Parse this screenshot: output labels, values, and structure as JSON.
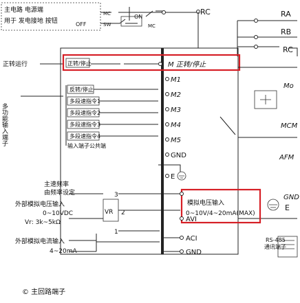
{
  "colors": {
    "line": "#222222",
    "highlight": "#d61f26",
    "background": "#ffffff"
  },
  "control_panel": {
    "line1": "主电路 电源端",
    "line2": "用于 发电接地 按钮",
    "off_label": "OFF",
    "on_label": "ON",
    "mc_label": "MC",
    "mc_left_label": "MC",
    "sw_label": "SW"
  },
  "main_terminals": {
    "rc": "RC",
    "ra": "RA",
    "rb": "RB",
    "rc_right": "RC"
  },
  "highlight_row": {
    "left_label": "正转运行",
    "input_label": "正转/停止",
    "terminal_label": "M 正转/停止"
  },
  "multi_function": {
    "side_label": "多功能输入端子",
    "inputs": [
      "反转/停止",
      "多段速指令1",
      "多段速指令2",
      "多段速指令3",
      "多段速指令4"
    ],
    "common_label": "输入端子公共端"
  },
  "terminals": {
    "m1": "M1",
    "m2": "M2",
    "m3": "M3",
    "m4": "M4",
    "m5": "M5",
    "gnd": "GND",
    "e": "E",
    "gnd_right": "GND",
    "e_right": "E",
    "avi": "AVI",
    "aci": "ACI",
    "gnd_bottom": "GND"
  },
  "right_labels": {
    "mo": "Mo",
    "mcm": "MCM",
    "afm": "AFM",
    "rs485_line1": "RS-485",
    "rs485_line2": "通讯端子"
  },
  "analog": {
    "ref_label_line1": "主速频率",
    "ref_label_line2": "由频率设定",
    "voltage_label": "外部模拟电压输入",
    "voltage_range": "0~10VDC",
    "vr_label": "Vr: 3k~5kΩ",
    "vr_box": "VR",
    "current_label": "外部模拟电流输入",
    "current_range": "4~20mA",
    "pin1": "1",
    "pin2": "2",
    "pin3": "3",
    "avi_note_line1": "模拟电压输入",
    "avi_note_line2": "0~10V/4~20mA(MAX)"
  },
  "footer": {
    "note": "© 主回路端子"
  }
}
